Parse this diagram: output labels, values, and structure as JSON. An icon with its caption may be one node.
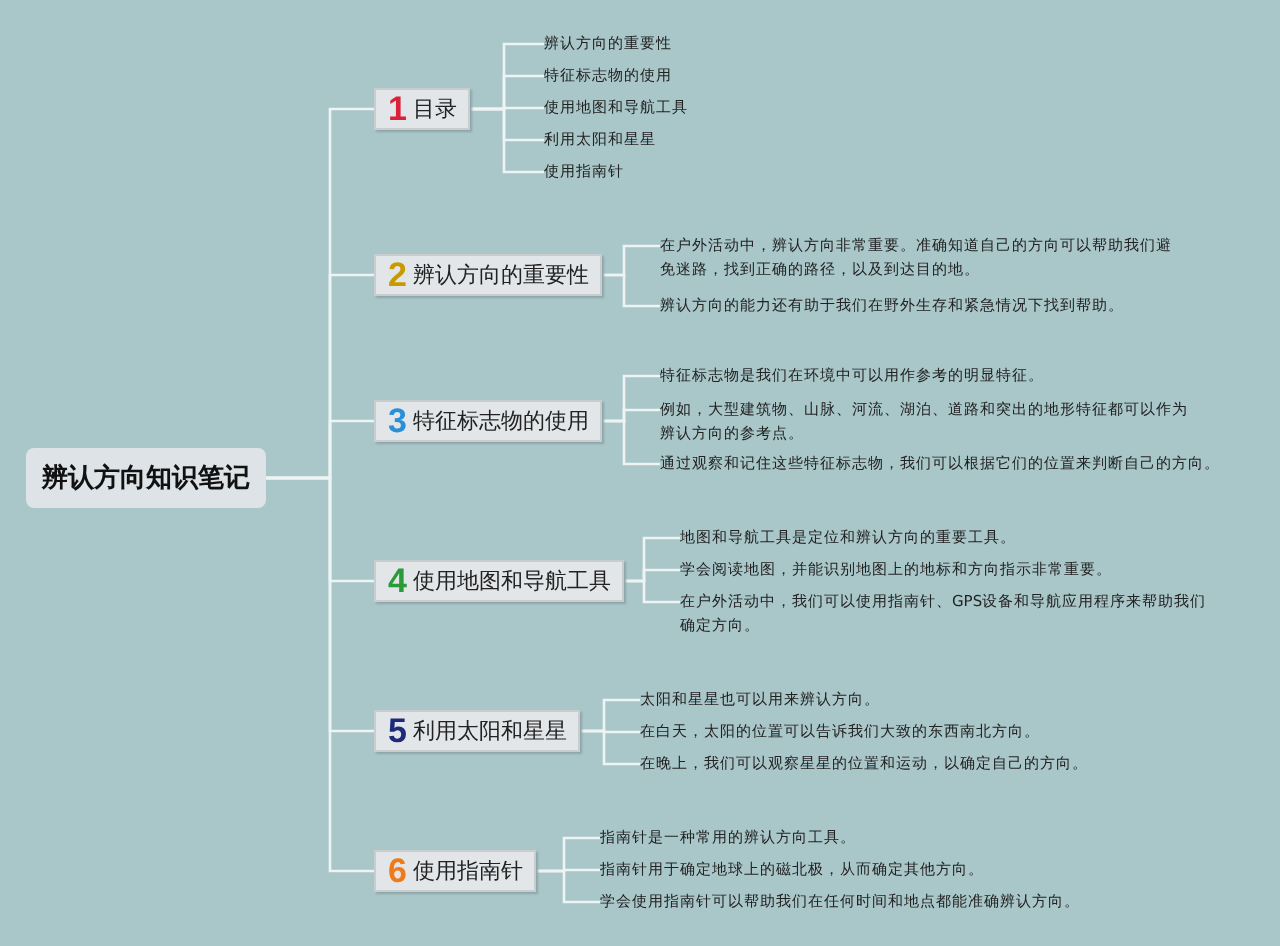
{
  "diagram": {
    "nodes": [
      {
        "text": [
          "辨认方向知识笔记"
        ]
      },
      {
        "text": [
          "1",
          "目录"
        ]
      },
      {
        "text": [
          "辨认方向的重要性"
        ]
      },
      {
        "text": [
          "特征标志物的使用"
        ]
      },
      {
        "text": [
          "使用地图和导航工具"
        ]
      },
      {
        "text": [
          "利用太阳和星星"
        ]
      },
      {
        "text": [
          "使用指南针"
        ]
      },
      {
        "text": [
          "2",
          "辨认方向的重要性"
        ]
      },
      {
        "text": [
          "在户外活动中，辨认方向非常重要。准确知道自己的方向可以帮助我们避免迷路，找到正确的路径，以及到达目的地。"
        ]
      },
      {
        "text": [
          "辨认方向的能力还有助于我们在野外生存和紧急情况下找到帮助。"
        ]
      },
      {
        "text": [
          "3",
          "特征标志物的使用"
        ]
      },
      {
        "text": [
          "特征标志物是我们在环境中可以用作参考的明显特征。"
        ]
      },
      {
        "text": [
          "例如，大型建筑物、山脉、河流、湖泊、道路和突出的地形特征都可以作为辨认方向的参考点。"
        ]
      },
      {
        "text": [
          "通过观察和记住这些特征标志物，我们可以根据它们的位置来判断自己的方向。"
        ]
      },
      {
        "text": [
          "4",
          "使用地图和导航工具"
        ]
      },
      {
        "text": [
          "地图和导航工具是定位和辨认方向的重要工具。"
        ]
      },
      {
        "text": [
          "学会阅读地图，并能识别地图上的地标和方向指示非常重要。"
        ]
      },
      {
        "text": [
          "在户外活动中，我们可以使用指南针、GPS设备和导航应用程序来帮助我们确定方向。"
        ]
      },
      {
        "text": [
          "5",
          "利用太阳和星星"
        ]
      },
      {
        "text": [
          "太阳和星星也可以用来辨认方向。"
        ]
      },
      {
        "text": [
          "在白天，太阳的位置可以告诉我们大致的东西南北方向。"
        ]
      },
      {
        "text": [
          "在晚上，我们可以观察星星的位置和运动，以确定自己的方向。"
        ]
      },
      {
        "text": [
          "6",
          "使用指南针"
        ]
      },
      {
        "text": [
          "指南针是一种常用的辨认方向工具。"
        ]
      },
      {
        "text": [
          "指南针用于确定地球上的磁北极，从而确定其他方向。"
        ]
      },
      {
        "text": [
          "学会使用指南针可以帮助我们在任何时间和地点都能准确辨认方向。"
        ]
      }
    ],
    "edges": [
      {
        "from": 0,
        "to": 1,
        "arrow": "none"
      },
      {
        "from": 0,
        "to": 7,
        "arrow": "none"
      },
      {
        "from": 0,
        "to": 10,
        "arrow": "none"
      },
      {
        "from": 0,
        "to": 14,
        "arrow": "none"
      },
      {
        "from": 0,
        "to": 18,
        "arrow": "none"
      },
      {
        "from": 0,
        "to": 22,
        "arrow": "none"
      },
      {
        "from": 1,
        "to": 2,
        "arrow": "none"
      },
      {
        "from": 1,
        "to": 3,
        "arrow": "none"
      },
      {
        "from": 1,
        "to": 4,
        "arrow": "none"
      },
      {
        "from": 1,
        "to": 5,
        "arrow": "none"
      },
      {
        "from": 1,
        "to": 6,
        "arrow": "none"
      },
      {
        "from": 7,
        "to": 8,
        "arrow": "none"
      },
      {
        "from": 7,
        "to": 9,
        "arrow": "none"
      },
      {
        "from": 10,
        "to": 11,
        "arrow": "none"
      },
      {
        "from": 10,
        "to": 12,
        "arrow": "none"
      },
      {
        "from": 10,
        "to": 13,
        "arrow": "none"
      },
      {
        "from": 14,
        "to": 15,
        "arrow": "none"
      },
      {
        "from": 14,
        "to": 16,
        "arrow": "none"
      },
      {
        "from": 14,
        "to": 17,
        "arrow": "none"
      },
      {
        "from": 18,
        "to": 19,
        "arrow": "none"
      },
      {
        "from": 18,
        "to": 20,
        "arrow": "none"
      },
      {
        "from": 18,
        "to": 21,
        "arrow": "none"
      },
      {
        "from": 22,
        "to": 23,
        "arrow": "none"
      },
      {
        "from": 22,
        "to": 24,
        "arrow": "none"
      },
      {
        "from": 22,
        "to": 25,
        "arrow": "none"
      }
    ]
  }
}
